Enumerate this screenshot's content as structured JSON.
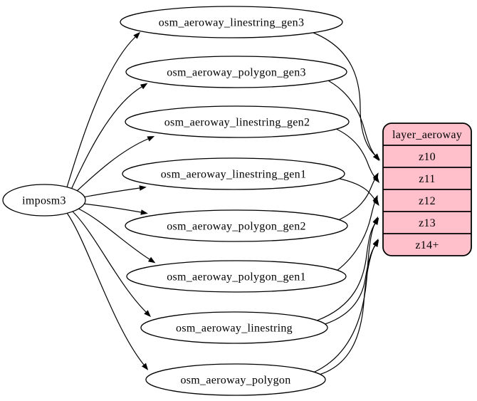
{
  "diagram": {
    "source": {
      "id": "imposm3",
      "label": "imposm3"
    },
    "tables": [
      {
        "id": "osm_aeroway_linestring_gen3",
        "label": "osm_aeroway_linestring_gen3"
      },
      {
        "id": "osm_aeroway_polygon_gen3",
        "label": "osm_aeroway_polygon_gen3"
      },
      {
        "id": "osm_aeroway_linestring_gen2",
        "label": "osm_aeroway_linestring_gen2"
      },
      {
        "id": "osm_aeroway_linestring_gen1",
        "label": "osm_aeroway_linestring_gen1"
      },
      {
        "id": "osm_aeroway_polygon_gen2",
        "label": "osm_aeroway_polygon_gen2"
      },
      {
        "id": "osm_aeroway_polygon_gen1",
        "label": "osm_aeroway_polygon_gen1"
      },
      {
        "id": "osm_aeroway_linestring",
        "label": "osm_aeroway_linestring"
      },
      {
        "id": "osm_aeroway_polygon",
        "label": "osm_aeroway_polygon"
      }
    ],
    "layer": {
      "id": "layer_aeroway",
      "title": "layer_aeroway",
      "zoom_rows": [
        "z10",
        "z11",
        "z12",
        "z13",
        "z14+"
      ]
    },
    "edges": {
      "source_to_tables": [
        "osm_aeroway_linestring_gen3",
        "osm_aeroway_polygon_gen3",
        "osm_aeroway_linestring_gen2",
        "osm_aeroway_linestring_gen1",
        "osm_aeroway_polygon_gen2",
        "osm_aeroway_polygon_gen1",
        "osm_aeroway_linestring",
        "osm_aeroway_polygon"
      ],
      "tables_to_layer": [
        {
          "from": "osm_aeroway_linestring_gen3",
          "to": "z10"
        },
        {
          "from": "osm_aeroway_polygon_gen3",
          "to": "z10"
        },
        {
          "from": "osm_aeroway_linestring_gen2",
          "to": "z11"
        },
        {
          "from": "osm_aeroway_polygon_gen2",
          "to": "z11"
        },
        {
          "from": "osm_aeroway_linestring_gen1",
          "to": "z12"
        },
        {
          "from": "osm_aeroway_polygon_gen1",
          "to": "z12"
        },
        {
          "from": "osm_aeroway_linestring",
          "to": "z13"
        },
        {
          "from": "osm_aeroway_polygon",
          "to": "z13"
        },
        {
          "from": "osm_aeroway_linestring",
          "to": "z14+"
        },
        {
          "from": "osm_aeroway_polygon",
          "to": "z14+"
        }
      ]
    },
    "colors": {
      "layer_fill": "#ffc0cb",
      "node_fill": "#ffffff",
      "stroke": "#000000"
    }
  }
}
